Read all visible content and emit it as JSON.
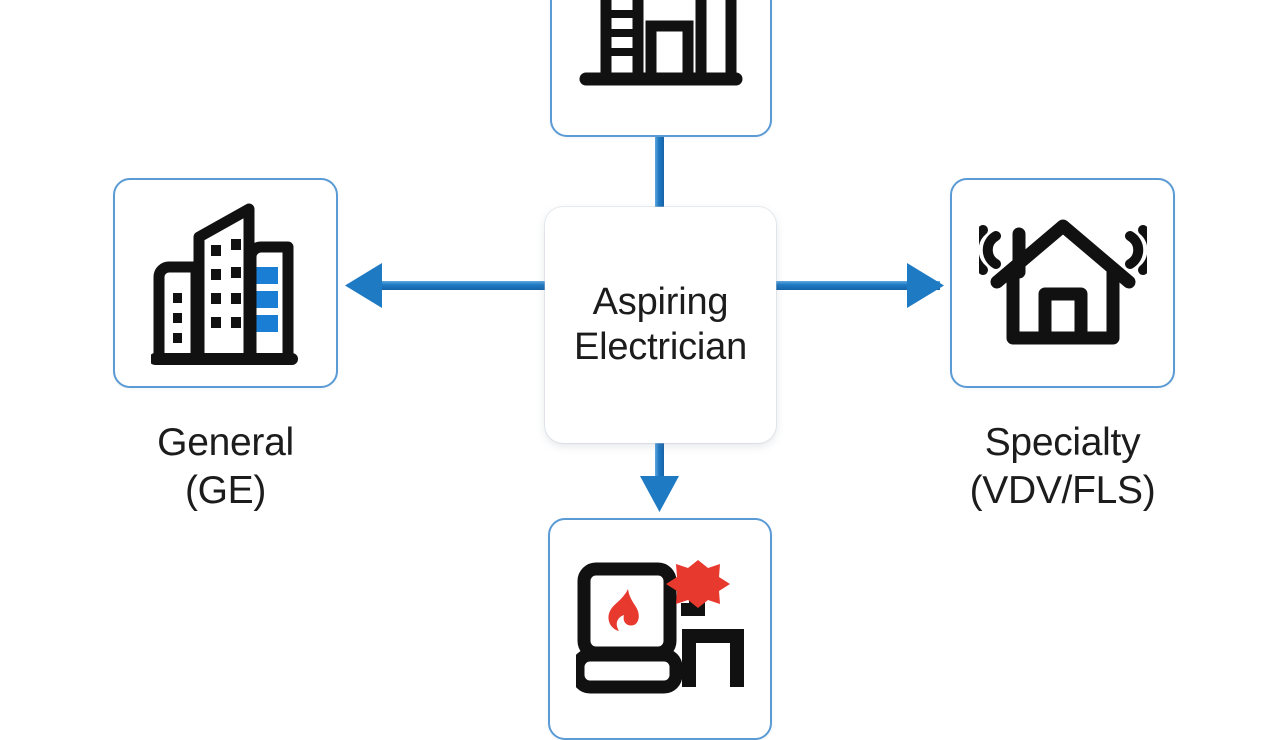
{
  "diagram": {
    "title": "Aspiring Electrician career path diagram",
    "center": {
      "name": "center-node",
      "line1": "Aspiring",
      "line2": "Electrician"
    },
    "nodes": [
      {
        "id": "top",
        "icon": "industrial-plant-icon",
        "caption": "",
        "connector": "line"
      },
      {
        "id": "left",
        "icon": "commercial-building-icon",
        "caption_line1": "General",
        "caption_line2": "(GE)",
        "connector": "arrow-left"
      },
      {
        "id": "right",
        "icon": "smart-home-icon",
        "caption_line1": "Specialty",
        "caption_line2": "(VDV/FLS)",
        "connector": "arrow-right"
      },
      {
        "id": "bottom",
        "icon": "fire-alarm-panel-icon",
        "caption": "",
        "connector": "arrow-down"
      }
    ],
    "colors": {
      "box_border": "#5b9bd5",
      "arrow": "#1f7ac4",
      "icon_stroke": "#111111",
      "icon_accent_blue": "#1a7fd4",
      "icon_accent_red": "#e8392f",
      "background": "#ffffff",
      "text": "#1c1c1c"
    }
  }
}
